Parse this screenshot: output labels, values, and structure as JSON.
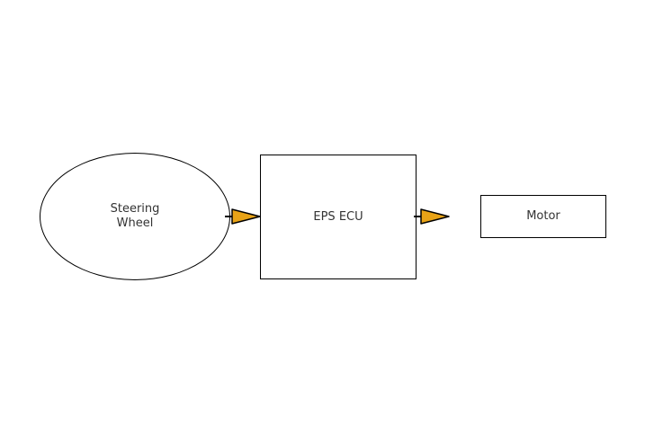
{
  "diagram": {
    "background_color": "#FFFFFF",
    "stroke_color": "#000000",
    "text_color": "#333333",
    "nodes": {
      "steering_wheel": {
        "shape": "ellipse",
        "label_line1": "Steering",
        "label_line2": "Wheel"
      },
      "eps_ecu": {
        "shape": "rectangle",
        "label": "EPS ECU"
      },
      "motor": {
        "shape": "rectangle",
        "label": "Motor"
      }
    },
    "edges": [
      {
        "from": "steering_wheel",
        "to": "eps_ecu",
        "style": "filled-arrowhead"
      },
      {
        "from": "eps_ecu",
        "to": "motor",
        "style": "filled-arrowhead"
      }
    ],
    "colors": {
      "arrow_fill": "#E8A317"
    }
  }
}
